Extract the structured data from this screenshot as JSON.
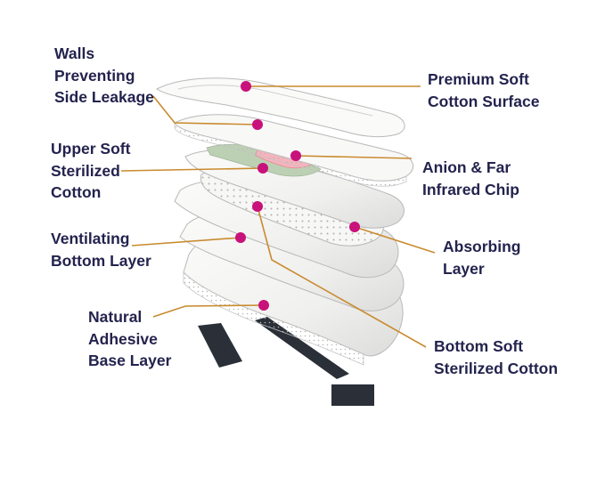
{
  "diagram": {
    "colors": {
      "label_text": "#23234e",
      "leader_line": "#c98a2e",
      "marker_dot": "#c8117a",
      "layer_fill": "#f4f4f2",
      "layer_edge": "#b9b9b9",
      "chip_pink": "#f6b3bc",
      "chip_green": "#bcd1b3",
      "base_tray": "#2a2f38"
    },
    "labels": {
      "walls": {
        "lines": [
          "Walls",
          "Preventing",
          "Side Leakage"
        ]
      },
      "premium": {
        "lines": [
          "Premium Soft",
          "Cotton Surface"
        ]
      },
      "upper": {
        "lines": [
          "Upper Soft",
          "Sterilized",
          "Cotton"
        ]
      },
      "anion": {
        "lines": [
          "Anion & Far",
          "Infrared Chip"
        ]
      },
      "ventilating": {
        "lines": [
          "Ventilating",
          "Bottom Layer"
        ]
      },
      "absorbing": {
        "lines": [
          "Absorbing",
          "Layer"
        ]
      },
      "natural": {
        "lines": [
          "Natural",
          "Adhesive",
          "Base Layer"
        ]
      },
      "bottom": {
        "lines": [
          "Bottom Soft",
          "Sterilized Cotton"
        ]
      }
    }
  }
}
